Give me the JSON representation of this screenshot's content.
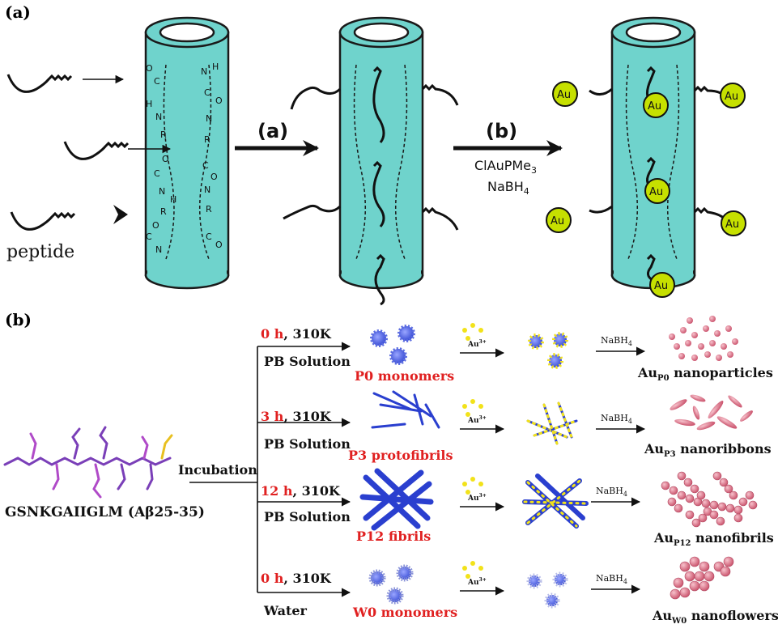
{
  "panel_a": {
    "label": "(a)",
    "peptide_label": "peptide",
    "step_a": "(a)",
    "step_b": "(b)",
    "reagent_1_main": "ClAuPMe",
    "reagent_1_sub": "3",
    "reagent_2_main": "NaBH",
    "reagent_2_sub": "4",
    "gold_label": "Au",
    "backbone_atoms": [
      "C",
      "O",
      "N",
      "H",
      "R"
    ]
  },
  "panel_b": {
    "label": "(b)",
    "peptide_name": "GSNKGAIIGLM (Aβ25-35)",
    "incubation": "Incubation",
    "gold_ion": "Au",
    "gold_ion_charge": "3+",
    "reductant_main": "NaBH",
    "reductant_sub": "4",
    "rows": [
      {
        "time": "0 h",
        "temp": ", 310K",
        "medium": "PB Solution",
        "state": "P0 monomers",
        "product_prefix": "Au",
        "product_sub": "P0",
        "product_name": " nanoparticles"
      },
      {
        "time": "3 h",
        "temp": ", 310K",
        "medium": "PB Solution",
        "state": "P3 protofibrils",
        "product_prefix": "Au",
        "product_sub": "P3",
        "product_name": " nanoribbons"
      },
      {
        "time": "12 h",
        "temp": ", 310K",
        "medium": "PB Solution",
        "state": "P12 fibrils",
        "product_prefix": "Au",
        "product_sub": "P12",
        "product_name": " nanofibrils"
      },
      {
        "time": "0 h",
        "temp": ", 310K",
        "medium": "Water",
        "state": "W0 monomers",
        "product_prefix": "Au",
        "product_sub": "W0",
        "product_name": " nanoflowers"
      }
    ]
  },
  "colors": {
    "tube_fill": "#6fd3cc",
    "tube_stroke": "#1a1a1a",
    "gold_fill": "#c6e000",
    "red_text": "#e02020",
    "fibril_blue": "#2a3fcf",
    "particle_pink": "#e07a8c",
    "ion_yellow": "#f2e21a"
  }
}
